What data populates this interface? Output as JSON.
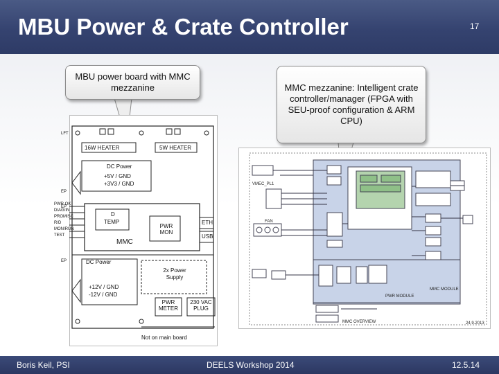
{
  "slide": {
    "title": "MBU Power & Crate Controller",
    "slide_number": "17"
  },
  "callouts": {
    "left": "MBU power board with MMC mezzanine",
    "right": "MMC mezzanine: Intelligent crate controller/manager (FPGA with SEU-proof configuration & ARM CPU)"
  },
  "left_diagram": {
    "conn_labels": [
      "LFT",
      "EP",
      "EP",
      "EP"
    ],
    "signal_labels": [
      "PWR.OK",
      "DIAG/IN",
      "PROMISC",
      "R/D",
      "MON/RUN",
      "TEST"
    ],
    "boxes": {
      "heater_16w": "16W HEATER",
      "heater_5w": "5W HEATER",
      "dc_power_top": "DC Power",
      "dc_power_top_v1": "+5V / GND",
      "dc_power_top_v2": "+3V3 / GND",
      "temp": "TEMP",
      "temp_prefix": "D",
      "pwr_mon": "PWR MON",
      "eth": "ETH",
      "usb": "USB",
      "mmc": "MMC",
      "dc_power_bottom": "DC Power",
      "dc_power_bottom_v1": "+12V / GND",
      "dc_power_bottom_v2": "-12V / GND",
      "power_supply": "2x Power Supply",
      "pwr_meter": "PWR METER",
      "vac_plug": "230 VAC PLUG",
      "not_on_main_board": "Not on main board"
    }
  },
  "right_diagram": {
    "labels": {
      "pwr_module": "PWR MODULE",
      "mmc_module": "MMC MODULE",
      "mmc_overview": "MMC OVERVIEW",
      "date": "24.9.2013",
      "fan": "FAN",
      "vmec": "VMEC_PL1"
    }
  },
  "footer": {
    "author": "Boris Keil, PSI",
    "event": "DEELS Workshop 2014",
    "date": "12.5.14"
  },
  "colors": {
    "title_bar": "#354370",
    "footer_bar": "#2e3a64",
    "mmc_module_fill": "#c8d3e8",
    "fpga_fill": "#b4d4ae"
  }
}
